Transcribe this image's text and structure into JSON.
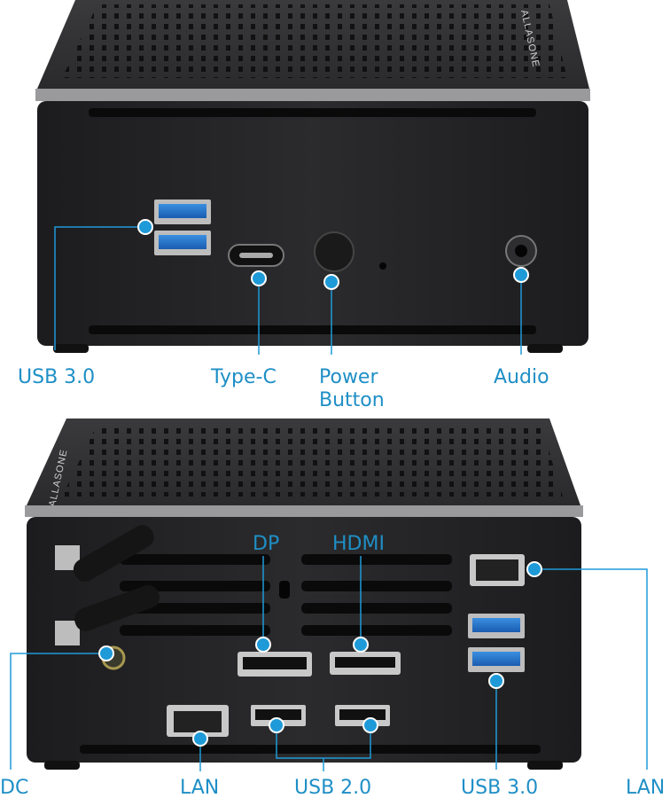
{
  "brand": "ALLASONE",
  "accent_color": "#1f9ad8",
  "label_color": "#1f8fc6",
  "front_view": {
    "labels": {
      "usb3": "USB 3.0",
      "typec": "Type-C",
      "power_line1": "Power",
      "power_line2": "Button",
      "audio": "Audio"
    }
  },
  "rear_view": {
    "labels": {
      "dp": "DP",
      "hdmi": "HDMI",
      "dc": "DC",
      "lan_left": "LAN",
      "usb2": "USB 2.0",
      "usb3": "USB 3.0",
      "lan_right": "LAN"
    }
  }
}
